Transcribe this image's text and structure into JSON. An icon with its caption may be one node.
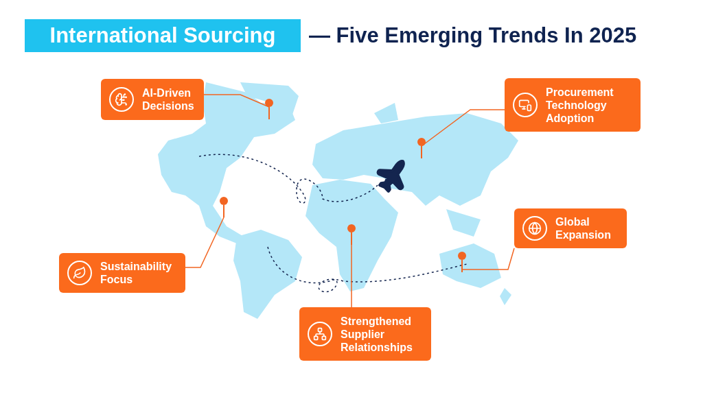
{
  "diagram": {
    "nodes": [
      {
        "text": [
          "International Sourcing"
        ]
      },
      {
        "text": [
          "AI-Driven Decisions"
        ]
      },
      {
        "text": [
          "Procurement Technology Adoption"
        ]
      },
      {
        "text": [
          "Global Expansion"
        ]
      },
      {
        "text": [
          "Sustainability Focus"
        ]
      },
      {
        "text": [
          "Strengthened Supplier Relationships"
        ]
      },
      {
        "text": [],
        "shape": "pin"
      },
      {
        "text": [],
        "shape": "pin"
      },
      {
        "text": [],
        "shape": "pin"
      },
      {
        "text": [],
        "shape": "pin"
      },
      {
        "text": [],
        "shape": "pin"
      }
    ],
    "edges": [
      {
        "from": 1,
        "to": 6,
        "arrow": "none"
      },
      {
        "from": 2,
        "to": 7,
        "arrow": "none"
      },
      {
        "from": 3,
        "to": 10,
        "arrow": "none"
      },
      {
        "from": 4,
        "to": 8,
        "arrow": "none"
      },
      {
        "from": 5,
        "to": 9,
        "arrow": "none"
      }
    ],
    "labels": [
      "— Five Emerging Trends In 2025"
    ]
  }
}
